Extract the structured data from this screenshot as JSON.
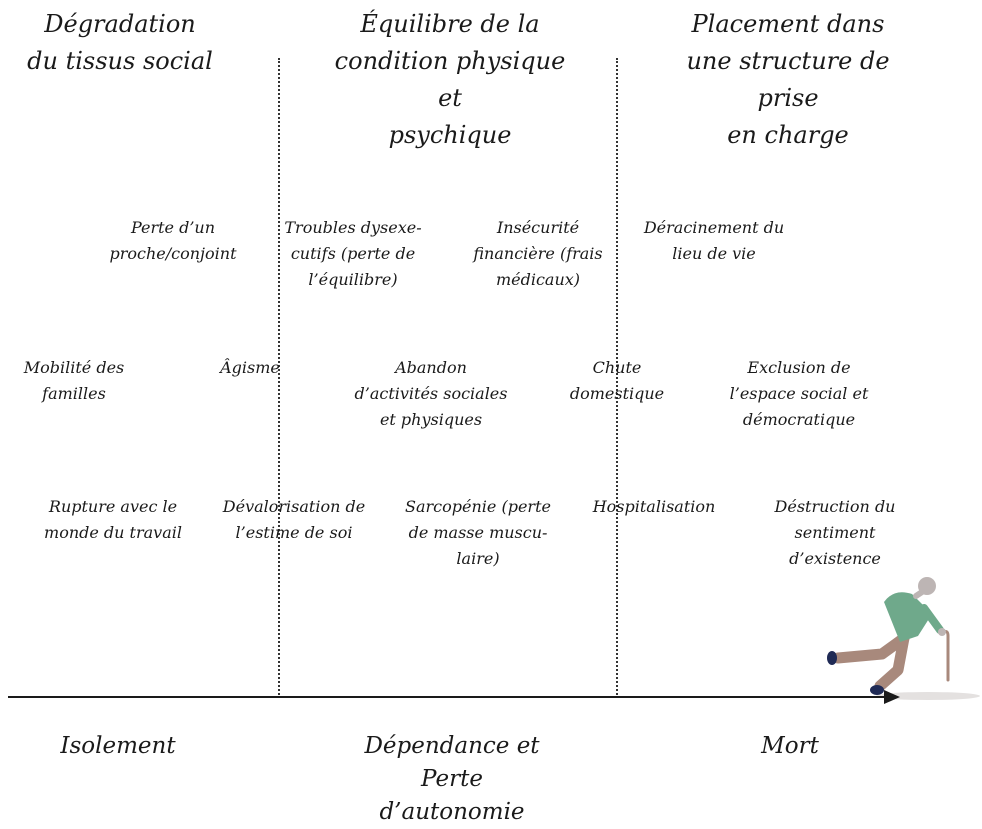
{
  "headers": {
    "left": [
      "Dégradation",
      "du tissus social"
    ],
    "center": [
      "Équilibre de la",
      "condition physique et",
      "psychique"
    ],
    "right": [
      "Placement dans",
      "une structure de prise",
      "en charge"
    ]
  },
  "factors": {
    "perte_proche": [
      "Perte d’un",
      "proche/conjoint"
    ],
    "troubles": [
      "Troubles dysexe-",
      "cutifs (perte de",
      "l’équilibre)"
    ],
    "insecurite": [
      "Insécurité",
      "financière (frais",
      "médicaux)"
    ],
    "deracinement": [
      "Déracinement du",
      "lieu de vie"
    ],
    "mobilite": [
      "Mobilité des",
      "familles"
    ],
    "agisme": [
      "Âgisme"
    ],
    "abandon": [
      "Abandon",
      "d’activités sociales",
      "et physiques"
    ],
    "chute": [
      "Chute domestique"
    ],
    "exclusion": [
      "Exclusion de",
      "l’espace social et",
      "démocratique"
    ],
    "rupture": [
      "Rupture avec le",
      "monde du travail"
    ],
    "devalorisation": [
      "Dévalorisation de",
      "l’estime de soi"
    ],
    "sarcopenie": [
      "Sarcopénie (perte",
      "de masse muscu-",
      "laire)"
    ],
    "hospitalisation": [
      "Hospitalisation"
    ],
    "destruction": [
      "Déstruction du",
      "sentiment",
      "d’existence"
    ]
  },
  "footers": {
    "left": [
      "Isolement"
    ],
    "center": [
      "Dépendance et Perte",
      "d’autonomie"
    ],
    "right": [
      "Mort"
    ]
  },
  "colors": {
    "text": "#1a1a1a",
    "shirt": "#6fa98b",
    "trousers": "#a8897c",
    "skin": "#bdb5b4",
    "shoes": "#1f2a55",
    "cane": "#a8897c",
    "shadow": "#e4e1e0"
  },
  "icons": {
    "figure": "falling-elderly-person-with-cane-icon"
  }
}
